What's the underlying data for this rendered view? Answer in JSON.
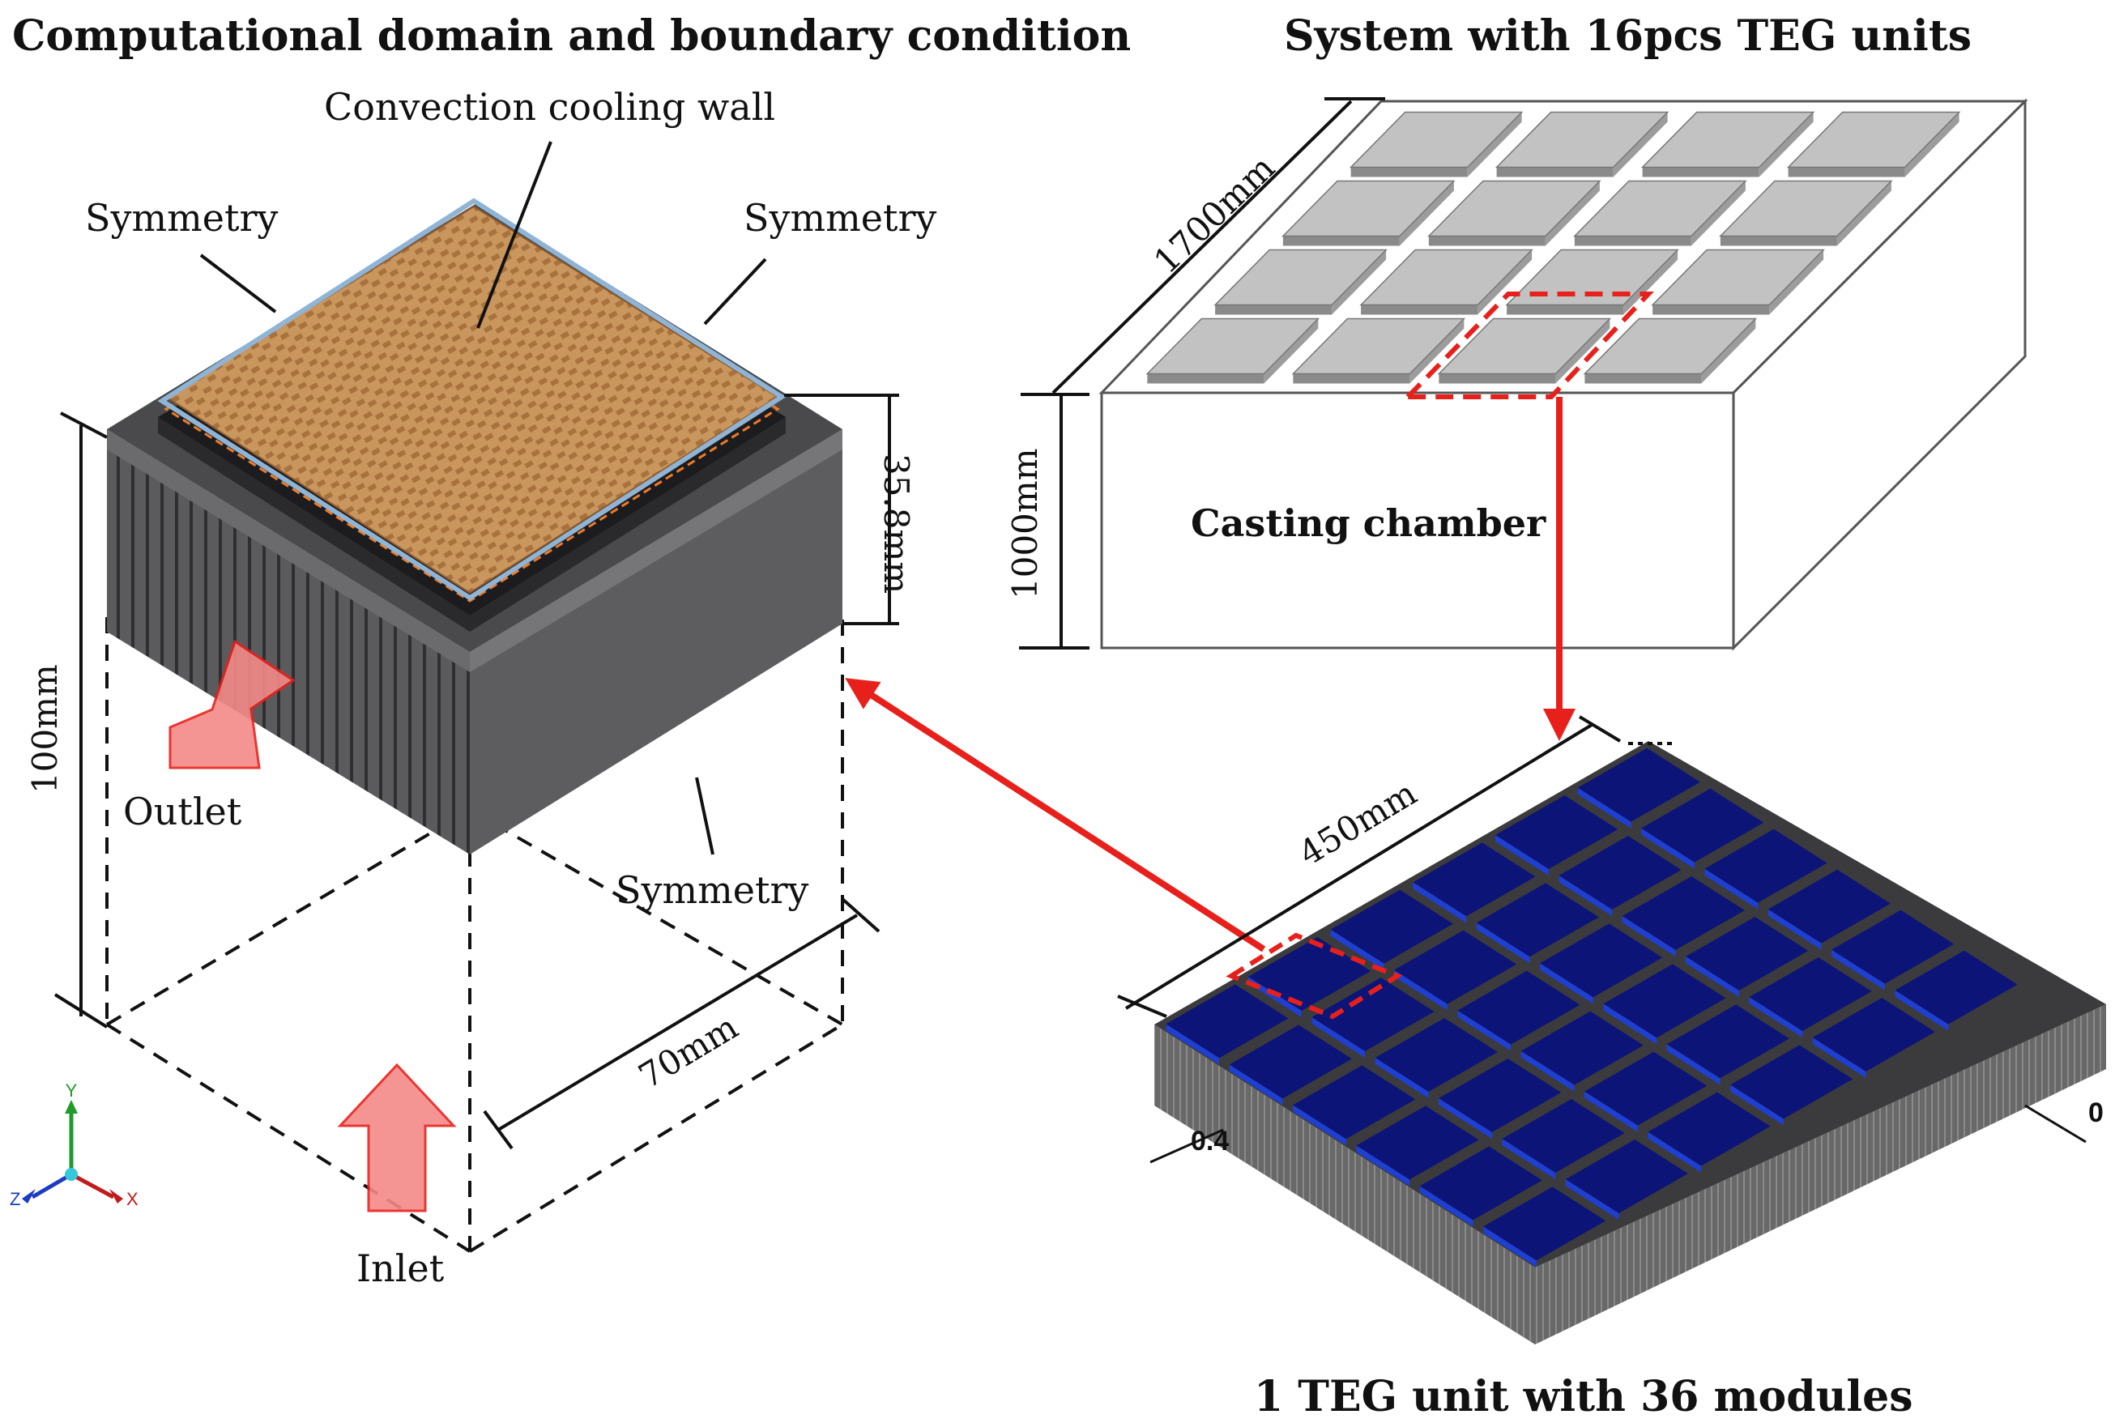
{
  "titles": {
    "left": "Computational domain and boundary condition",
    "right": "System with 16pcs TEG units",
    "bottom": "1 TEG unit with 36  modules"
  },
  "left_panel": {
    "convection_label": "Convection cooling wall",
    "symmetry_label": "Symmetry",
    "outlet_label": "Outlet",
    "inlet_label": "Inlet",
    "dim_height": "100mm",
    "dim_thickness": "35.8mm",
    "dim_width": "70mm",
    "axis": {
      "x": "X",
      "y": "Y",
      "z": "Z"
    }
  },
  "right_panel": {
    "casting_chamber_label": "Casting chamber",
    "dim_length": "1700mm",
    "dim_height": "1000mm",
    "teg_unit_count": 16
  },
  "teg_unit": {
    "dim_width": "450mm",
    "tick_left": "0.4",
    "tick_right": "0",
    "module_count": 36
  },
  "colors": {
    "highlight": "#e8201c",
    "arrow_fill": "#f48a88",
    "module_blue": "#0c1478",
    "heatsink_gray": "#5e5e60",
    "copper": "#c9965e",
    "glass_blue": "#8fb4d6",
    "teg_gray": "#c2c2c2"
  }
}
